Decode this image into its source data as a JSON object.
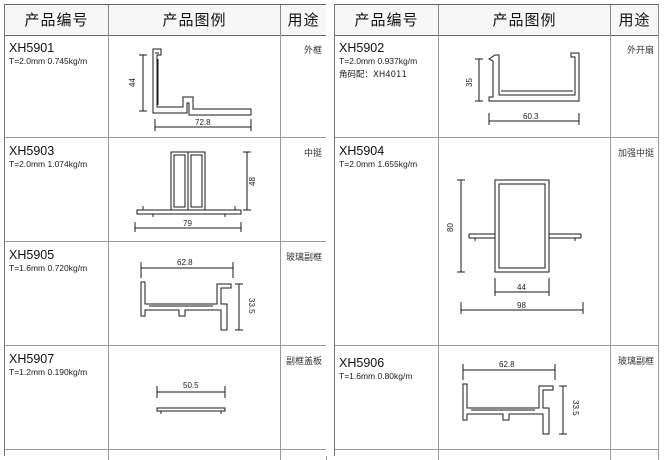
{
  "headers": {
    "code": "产品编号",
    "drawing": "产品图例",
    "use": "用途"
  },
  "products": [
    {
      "id": "p5901",
      "code": "XH5901",
      "spec": "T=2.0mm  0.745kg/m",
      "note": "",
      "use": "外框",
      "dims": [
        "44",
        "72.8"
      ]
    },
    {
      "id": "p5902",
      "code": "XH5902",
      "spec": "T=2.0mm  0.937kg/m",
      "note": "角码配：XH4011",
      "use": "外开扇",
      "dims": [
        "35",
        "60.3"
      ]
    },
    {
      "id": "p5903",
      "code": "XH5903",
      "spec": "T=2.0mm  1.074kg/m",
      "note": "",
      "use": "中挺",
      "dims": [
        "48",
        "79"
      ]
    },
    {
      "id": "p5904",
      "code": "XH5904",
      "spec": "T=2.0mm  1.655kg/m",
      "note": "",
      "use": "加强中挺",
      "dims": [
        "80",
        "44",
        "98"
      ]
    },
    {
      "id": "p5905",
      "code": "XH5905",
      "spec": "T=1.6mm  0.720kg/m",
      "note": "",
      "use": "玻璃副框",
      "dims": [
        "62.8",
        "33.5"
      ]
    },
    {
      "id": "p5907",
      "code": "XH5907",
      "spec": "T=1.2mm  0.190kg/m",
      "note": "",
      "use": "副框盖板",
      "dims": [
        "50.5"
      ]
    },
    {
      "id": "p5906",
      "code": "XH5906",
      "spec": "T=1.6mm  0.80kg/m",
      "note": "",
      "use": "玻璃副框",
      "dims": [
        "62.8",
        "33.5"
      ]
    }
  ],
  "colors": {
    "line": "#1a1a1a",
    "grid": "#999999",
    "header_bg": "#f7f7f7"
  }
}
